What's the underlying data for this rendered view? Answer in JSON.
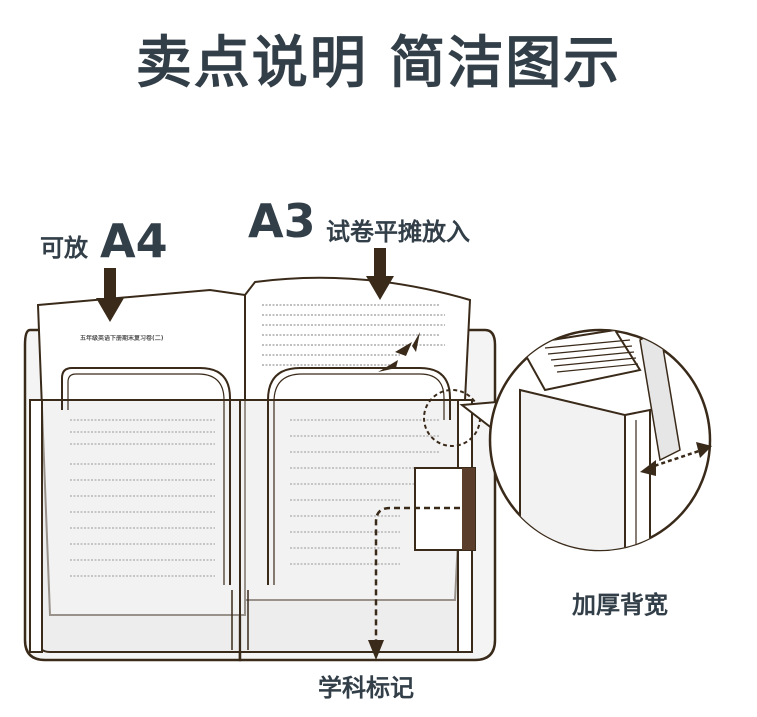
{
  "title": "卖点说明 简洁图示",
  "labels": {
    "a4_prefix": "可放",
    "a4_size": "A4",
    "a3_size": "A3",
    "a3_suffix": "试卷平摊放入",
    "thick_spine": "加厚背宽",
    "subject_tag": "学科标记"
  },
  "paper": {
    "left_heading": "五年级英语下册期末复习卷(二)"
  },
  "colors": {
    "text": "#333f48",
    "outline": "#3a2a1a",
    "folder_fill": "#eeeeee",
    "tab": "#5a3e2b"
  }
}
